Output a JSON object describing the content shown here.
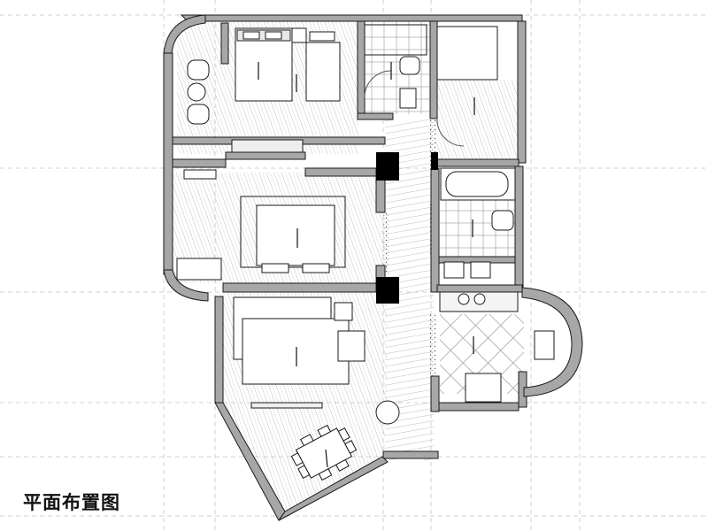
{
  "caption": "平面布置图",
  "colors": {
    "wall": "#a7a7a7",
    "wall_outline": "#1a1a1a",
    "column": "#000000",
    "floor_hatch": "#bdbdbd",
    "tile": "#9a9a9a",
    "dim_line": "#d2d2d2"
  },
  "rooms": [
    {
      "id": "master-bedroom",
      "label": ""
    },
    {
      "id": "bedroom-2",
      "label": ""
    },
    {
      "id": "living-room",
      "label": ""
    },
    {
      "id": "dining",
      "label": ""
    },
    {
      "id": "kitchen",
      "label": ""
    },
    {
      "id": "bathroom-1",
      "label": ""
    },
    {
      "id": "bathroom-2",
      "label": ""
    },
    {
      "id": "study",
      "label": ""
    }
  ]
}
